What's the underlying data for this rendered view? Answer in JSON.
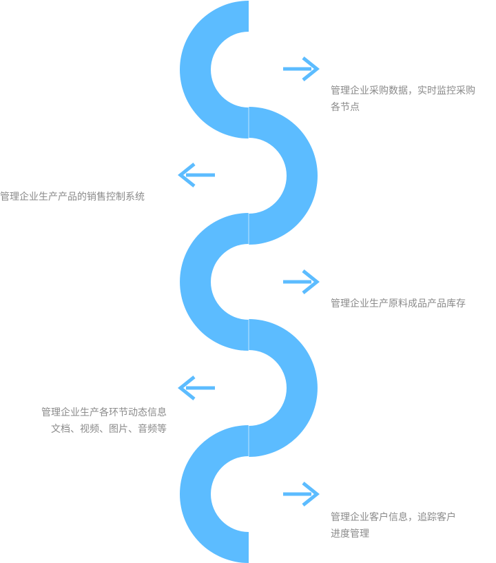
{
  "accent_color": "#5cbcff",
  "arrow_color": "#5cbcff",
  "steps": [
    {
      "side": "right",
      "lines": [
        "管理企业采购数据，实时监控采购",
        "各节点"
      ]
    },
    {
      "side": "left",
      "lines": [
        "管理企业生产产品的销售控制系统"
      ]
    },
    {
      "side": "right",
      "lines": [
        "管理企业生产原料成品产品库存"
      ]
    },
    {
      "side": "left",
      "lines": [
        "管理企业生产各环节动态信息",
        "文档、视频、图片、音频等"
      ]
    },
    {
      "side": "right",
      "lines": [
        "管理企业客户信息，追踪客户",
        "进度管理"
      ]
    }
  ]
}
